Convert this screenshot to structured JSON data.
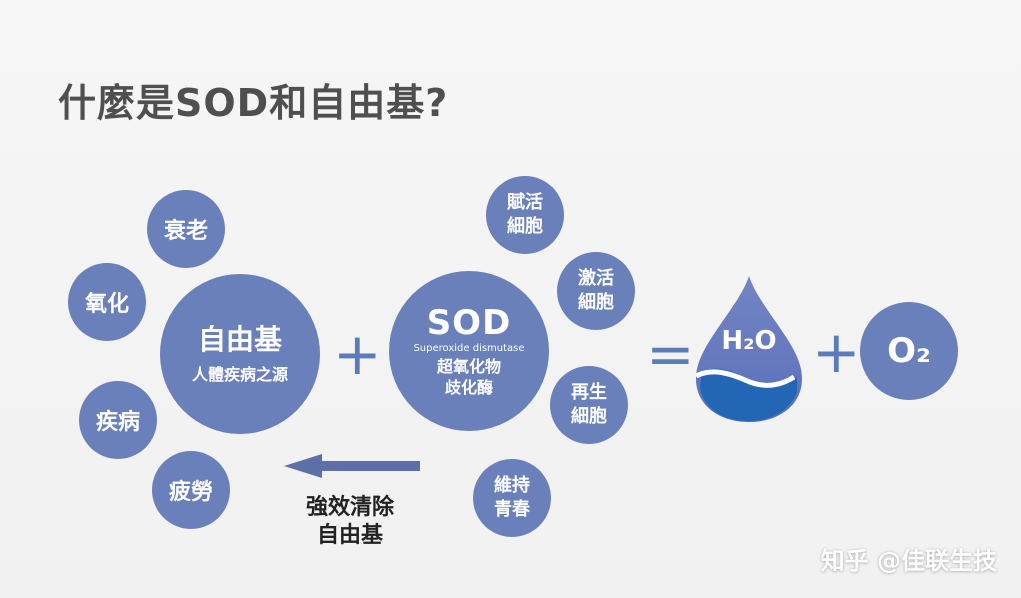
{
  "title": "什麼是SOD和自由基?",
  "left_factors": [
    {
      "label": "衰老"
    },
    {
      "label": "氧化"
    },
    {
      "label": "疾病"
    },
    {
      "label": "疲勞"
    }
  ],
  "free_radical": {
    "title": "自由基",
    "subtitle": "人體疾病之源"
  },
  "sod": {
    "title": "SOD",
    "english": "Superoxide dismutase",
    "chinese_line1": "超氧化物",
    "chinese_line2": "歧化酶"
  },
  "arrow_caption_line1": "強效清除",
  "arrow_caption_line2": "自由基",
  "right_benefits": [
    {
      "line1": "賦活",
      "line2": "細胞"
    },
    {
      "line1": "激活",
      "line2": "細胞"
    },
    {
      "line1": "再生",
      "line2": "細胞"
    },
    {
      "line1": "維持",
      "line2": "青春"
    }
  ],
  "operators": {
    "plus1": "+",
    "equals": "=",
    "plus2": "+"
  },
  "products": {
    "water": "H₂O",
    "oxygen": "O₂"
  },
  "watermark": "知乎 @佳联生技",
  "colors": {
    "circle": "#6a80bb",
    "accent_symbol": "#5b7bbd",
    "drop_top": "#6d7fc2",
    "drop_bottom": "#1f63b5"
  }
}
